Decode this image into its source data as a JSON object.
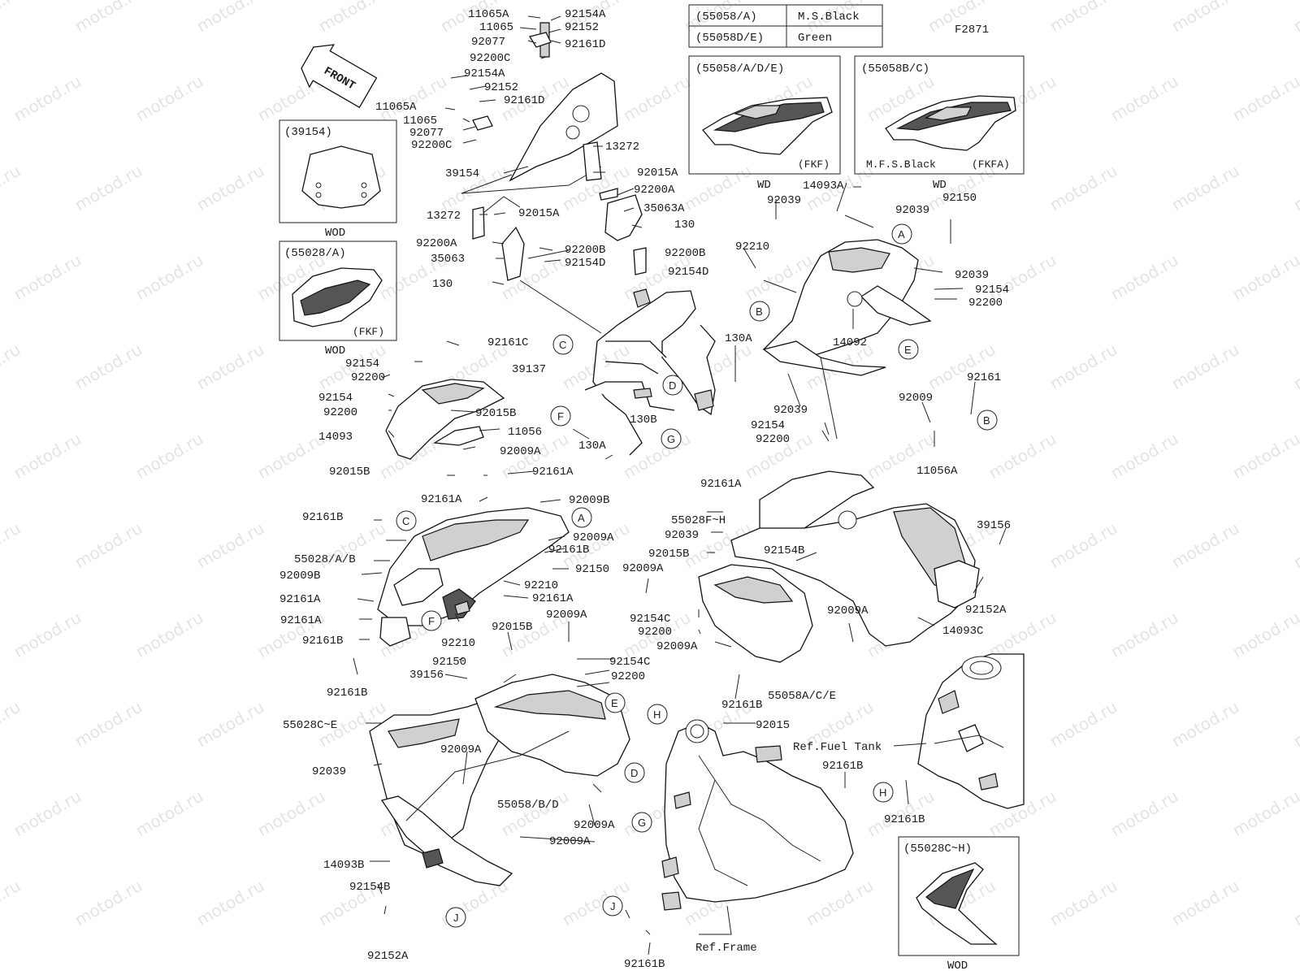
{
  "header": {
    "code": "F2871"
  },
  "watermark": "motod.ru",
  "color_table": [
    {
      "code": "(55058/A)",
      "color": "M.S.Black"
    },
    {
      "code": "(55058D/E)",
      "color": "Green"
    }
  ],
  "insets": [
    {
      "id": "55058ADE",
      "title": "(55058/A/D/E)",
      "note": "(FKF)",
      "caption": "WD"
    },
    {
      "id": "55058BC",
      "title": "(55058B/C)",
      "note": "(FKFA)",
      "note2": "M.F.S.Black",
      "caption": "WD"
    },
    {
      "id": "39154",
      "title": "(39154)",
      "caption": "WOD"
    },
    {
      "id": "55028A",
      "title": "(55028/A)",
      "note": "(FKF)",
      "caption": "WOD"
    },
    {
      "id": "55028CH",
      "title": "(55028C~H)",
      "caption": "WOD"
    }
  ],
  "front_label": "FRONT",
  "callouts": [
    "A",
    "B",
    "C",
    "D",
    "E",
    "F",
    "G",
    "H",
    "J"
  ],
  "labels": [
    "11065A",
    "92154A",
    "11065",
    "92152",
    "92077",
    "92161D",
    "92200C",
    "92154A",
    "92152",
    "11065A",
    "92161D",
    "11065",
    "92077",
    "92200C",
    "13272",
    "39154",
    "92015A",
    "92200A",
    "35063A",
    "130",
    "13272",
    "92015A",
    "92200A",
    "92200B",
    "92200B",
    "35063",
    "92154D",
    "92154D",
    "130",
    "14093A",
    "92039",
    "92039",
    "92150",
    "92210",
    "92039",
    "92154",
    "92200",
    "14092",
    "130A",
    "92161C",
    "39137",
    "92154",
    "92200",
    "92154",
    "92200",
    "92015B",
    "14093",
    "11056",
    "92009A",
    "130B",
    "92039",
    "92154",
    "92200",
    "92161",
    "92009",
    "11056A",
    "130A",
    "92015B",
    "92161A",
    "92161A",
    "92009B",
    "92161A",
    "55028F~H",
    "92039",
    "92015B",
    "39156",
    "92154B",
    "92009A",
    "92009A",
    "92161B",
    "92161B",
    "55028/A/B",
    "92150",
    "92009B",
    "92161A",
    "92210",
    "92161A",
    "92161A",
    "92152A",
    "92161B",
    "92154C",
    "92200",
    "92009A",
    "92009A",
    "14093C",
    "92009A",
    "92210",
    "92015B",
    "92150",
    "92161B",
    "92154C",
    "39156",
    "92200",
    "55058A/C/E",
    "92161B",
    "55028C~E",
    "92015",
    "92039",
    "92009A",
    "Ref.Fuel Tank",
    "92161B",
    "55058/B/D",
    "92009A",
    "92161B",
    "92009A",
    "14093B",
    "92154B",
    "92152A",
    "Ref.Frame",
    "92161B"
  ]
}
